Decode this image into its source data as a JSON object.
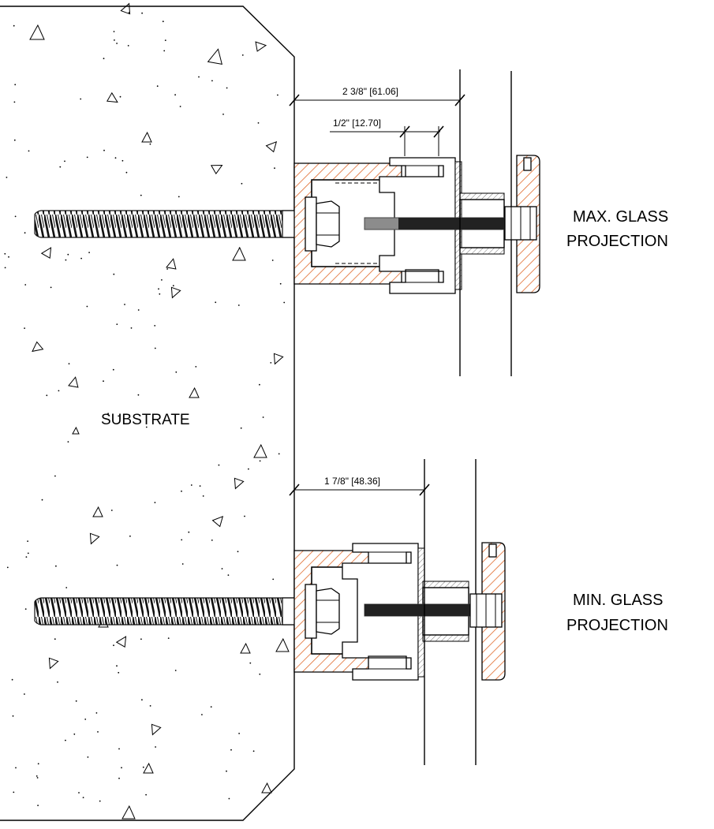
{
  "labels": {
    "substrate": "SUBSTRATE",
    "max_line1": "MAX. GLASS",
    "max_line2": "PROJECTION",
    "min_line1": "MIN. GLASS",
    "min_line2": "PROJECTION"
  },
  "dimensions": {
    "max_total": "2 3/8\" [61.06]",
    "max_adjust": "1/2\" [12.70]",
    "min_total": "1 7/8\" [48.36]"
  },
  "colors": {
    "hatch_orange": "#e06a2c",
    "line": "#000000"
  }
}
